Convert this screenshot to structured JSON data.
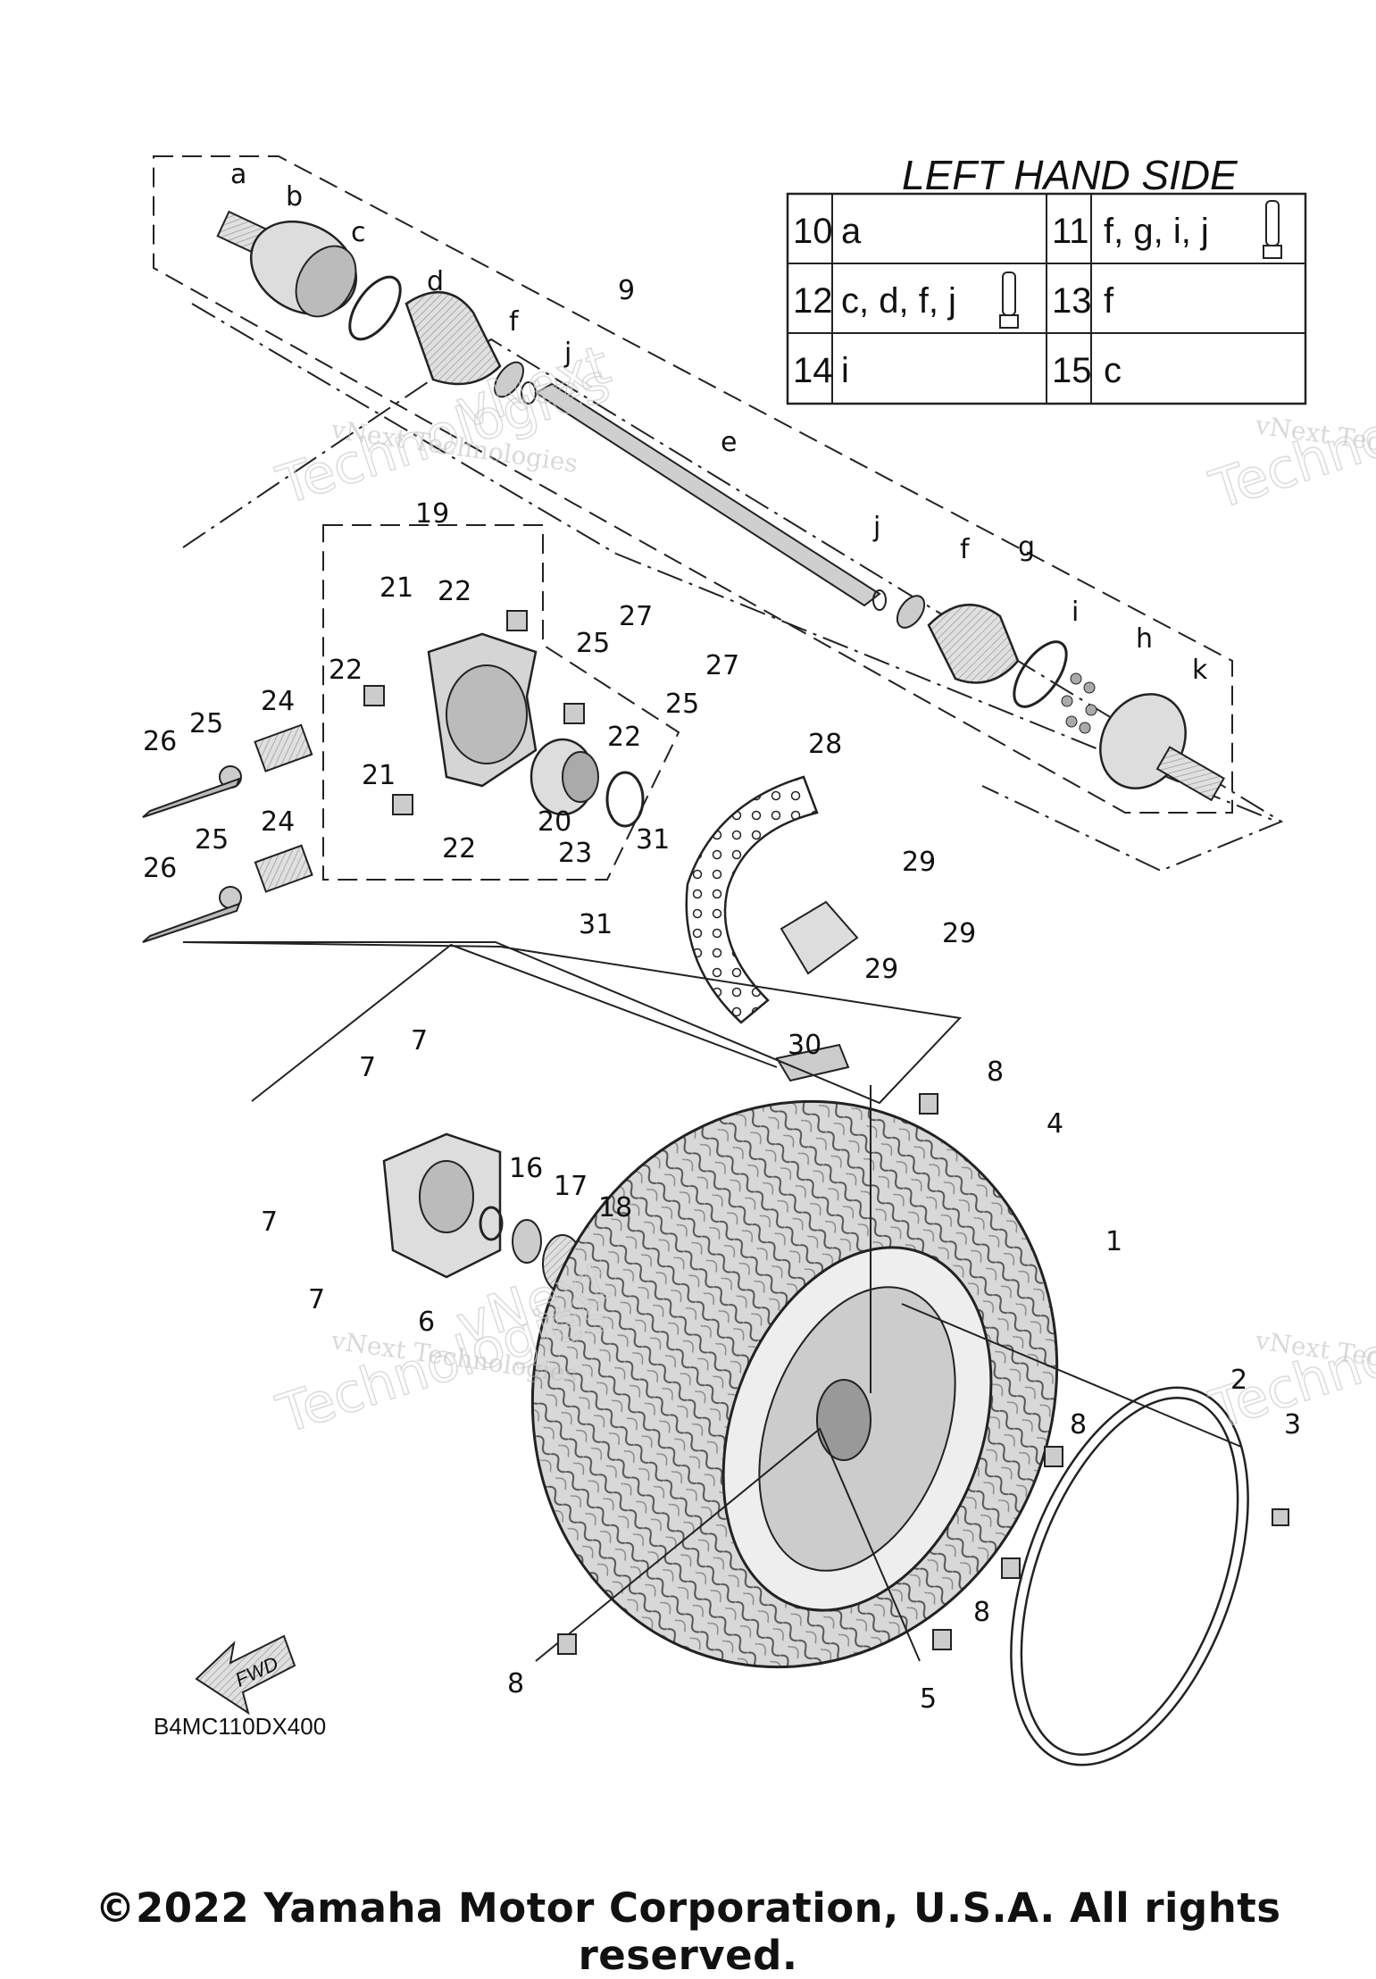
{
  "table": {
    "title": "LEFT HAND SIDE",
    "rows": [
      [
        {
          "num": "10",
          "parts": "a"
        },
        {
          "num": "11",
          "parts": "f, g, i, j"
        }
      ],
      [
        {
          "num": "12",
          "parts": "c, d, f, j"
        },
        {
          "num": "13",
          "parts": "f"
        }
      ],
      [
        {
          "num": "14",
          "parts": "i"
        },
        {
          "num": "15",
          "parts": "c"
        }
      ]
    ]
  },
  "watermark": {
    "line1": "vNext Technologies",
    "line2": "Technologies",
    "big": "vNext"
  },
  "fwd_label": "FWD",
  "diagram_code": "B4MC110DX400",
  "copyright": "©2022 Yamaha Motor Corporation, U.S.A. All rights reserved.",
  "callouts": {
    "a": "a",
    "b": "b",
    "c": "c",
    "d": "d",
    "f1": "f",
    "j1": "j",
    "n9": "9",
    "e": "e",
    "j2": "j",
    "f2": "f",
    "g": "g",
    "i": "i",
    "h": "h",
    "k": "k",
    "n19": "19",
    "n21a": "21",
    "n22a": "22",
    "n27a": "27",
    "n25a": "25",
    "n27b": "27",
    "n25b": "25",
    "n22b": "22",
    "n24a": "24",
    "n25c": "25",
    "n26a": "26",
    "n22c": "22",
    "n21b": "21",
    "n20": "20",
    "n23": "23",
    "n24b": "24",
    "n25d": "25",
    "n26b": "26",
    "n22d": "22",
    "n28": "28",
    "n31a": "31",
    "n31b": "31",
    "n29a": "29",
    "n29b": "29",
    "n29c": "29",
    "n30": "30",
    "n7a": "7",
    "n7b": "7",
    "n7c": "7",
    "n7d": "7",
    "n6": "6",
    "n16": "16",
    "n17": "17",
    "n18": "18",
    "n8a": "8",
    "n4": "4",
    "n1": "1",
    "n2": "2",
    "n3": "3",
    "n8b": "8",
    "n8c": "8",
    "n8d": "8",
    "n5": "5"
  }
}
